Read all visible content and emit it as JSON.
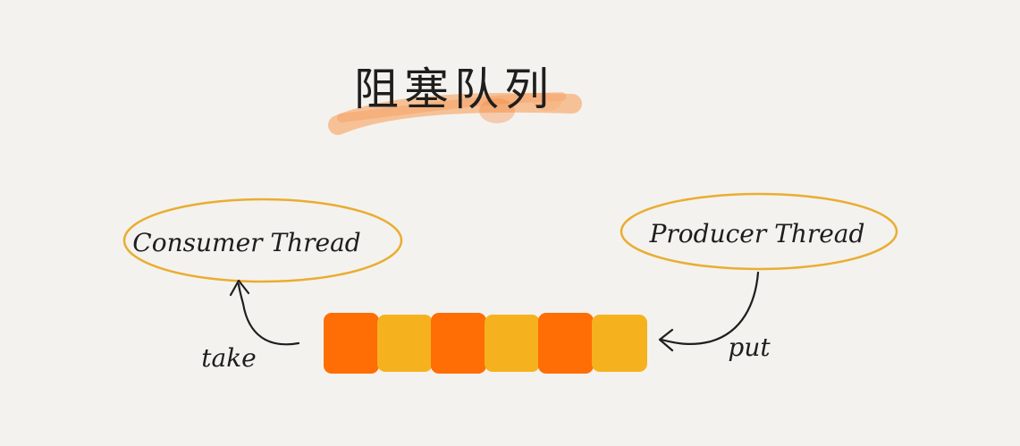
{
  "title": "阻塞队列",
  "consumer": {
    "label": "Consumer Thread"
  },
  "producer": {
    "label": "Producer Thread"
  },
  "arrows": {
    "take_label": "take",
    "put_label": "put"
  },
  "queue": {
    "cells": [
      {
        "color": "#ff6d05"
      },
      {
        "color": "#f6b21e"
      },
      {
        "color": "#ff6d05"
      },
      {
        "color": "#f6b21e"
      },
      {
        "color": "#ff6d05"
      },
      {
        "color": "#f6b21e"
      }
    ]
  },
  "colors": {
    "background": "#f4f2ee",
    "ellipse_stroke": "#e9ad32",
    "highlight": "#f7b07a",
    "ink": "#1e1e1e"
  }
}
